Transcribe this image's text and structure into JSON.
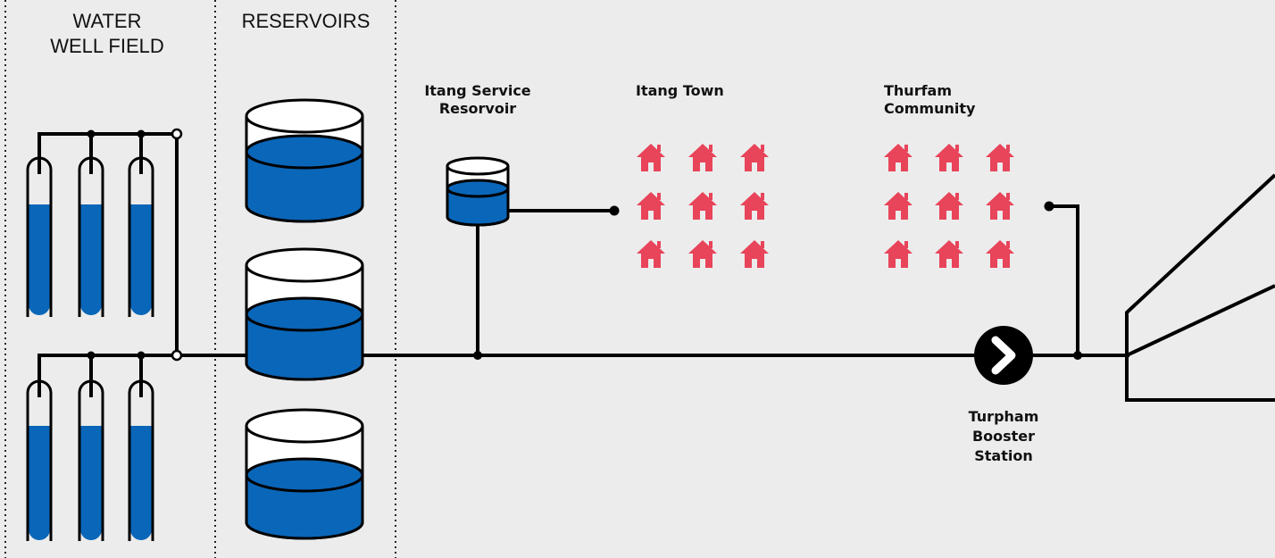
{
  "sections": {
    "well_field": [
      "WATER",
      "WELL FIELD"
    ],
    "reservoirs": [
      "RESERVOIRS"
    ]
  },
  "nodes": {
    "service_reservoir": [
      "Itang Service",
      "Resorvoir"
    ],
    "itang_town": [
      "Itang Town"
    ],
    "thurfam": [
      "Thurfam",
      "Community"
    ],
    "booster": [
      "Turpham",
      "Booster",
      "Station"
    ]
  },
  "colors": {
    "background": "#ececec",
    "water": "#0a66b8",
    "pipe": "#000000",
    "house": "#e8445a",
    "tank_fill": "#ffffff"
  },
  "icons": {
    "house": "house-icon",
    "booster": "chevron-right-icon"
  }
}
